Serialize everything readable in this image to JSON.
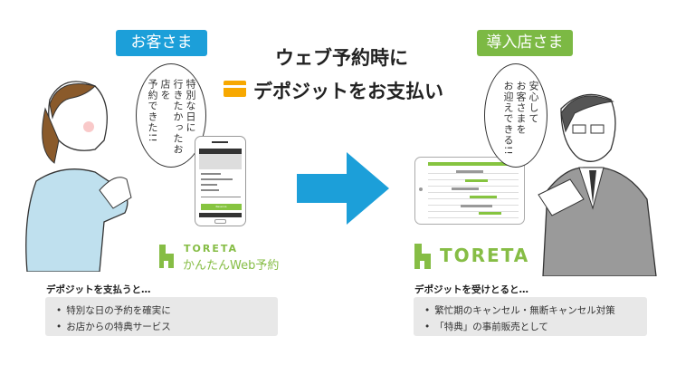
{
  "customer": {
    "badge": "お客さま",
    "bubble": [
      "特別な日に",
      "行きたかったお店を",
      "予約できた!!"
    ],
    "phone_button": "Reserve",
    "product_brand": "TORETA",
    "product_name": "かんたんWeb予約",
    "heading": "デポジットを支払うと…",
    "benefits": [
      "特別な日の予約を確実に",
      "お店からの特典サービス"
    ]
  },
  "title": {
    "line1": "ウェブ予約時に",
    "line2": "デポジットをお支払い"
  },
  "store": {
    "badge": "導入店さま",
    "bubble": [
      "安心して",
      "お客さまを",
      "お迎えできる!!"
    ],
    "brand": "TORETA",
    "heading": "デポジットを受けとると…",
    "benefits": [
      "繁忙期のキャンセル・無断キャンセル対策",
      "「特典」の事前販売として"
    ]
  },
  "colors": {
    "blue": "#1c9fd9",
    "green": "#7cb944",
    "card": "#f7a800"
  }
}
